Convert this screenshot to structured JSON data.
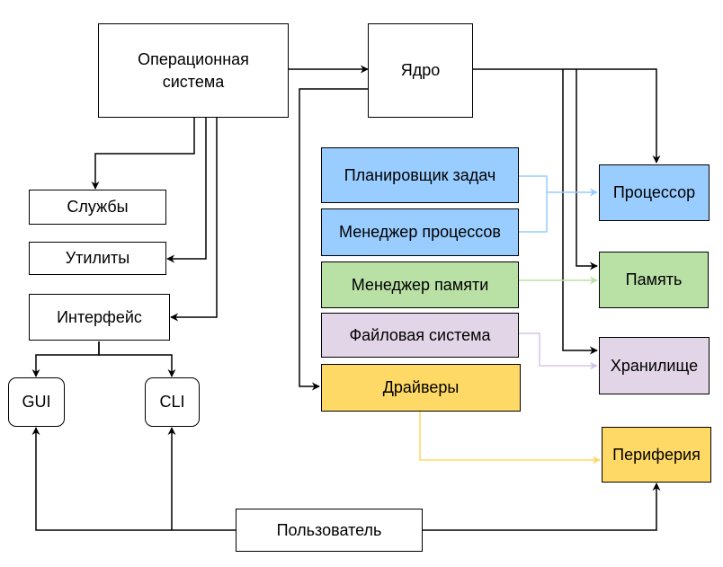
{
  "nodes": {
    "os": {
      "label": "Операционная\nсистема"
    },
    "kernel": {
      "label": "Ядро"
    },
    "services": {
      "label": "Службы"
    },
    "utilities": {
      "label": "Утилиты"
    },
    "interface": {
      "label": "Интерфейс"
    },
    "gui": {
      "label": "GUI"
    },
    "cli": {
      "label": "CLI"
    },
    "scheduler": {
      "label": "Планировщик задач",
      "fill": "#99ccff"
    },
    "process_manager": {
      "label": "Менеджер процессов",
      "fill": "#99ccff"
    },
    "memory_manager": {
      "label": "Менеджер памяти",
      "fill": "#b9e0a5"
    },
    "file_system": {
      "label": "Файловая система",
      "fill": "#e1d5e7"
    },
    "drivers": {
      "label": "Драйверы",
      "fill": "#ffd966"
    },
    "cpu": {
      "label": "Процессор",
      "fill": "#99ccff"
    },
    "memory": {
      "label": "Память",
      "fill": "#b9e0a5"
    },
    "storage": {
      "label": "Хранилище",
      "fill": "#e1d5e7"
    },
    "peripherals": {
      "label": "Периферия",
      "fill": "#ffd966"
    },
    "user": {
      "label": "Пользователь"
    }
  },
  "edge_colors": {
    "default": "#000000",
    "blue": "#99ccff",
    "green": "#b9e0a5",
    "purple": "#d5c5e8",
    "yellow": "#ffd966"
  }
}
